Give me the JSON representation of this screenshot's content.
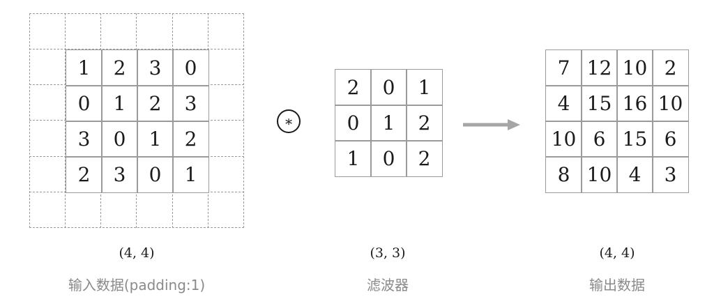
{
  "input": {
    "shape": "(4, 4)",
    "caption": "输入数据(padding:1)",
    "values": [
      [
        "1",
        "2",
        "3",
        "0"
      ],
      [
        "0",
        "1",
        "2",
        "3"
      ],
      [
        "3",
        "0",
        "1",
        "2"
      ],
      [
        "2",
        "3",
        "0",
        "1"
      ]
    ]
  },
  "operator": {
    "symbol": "∗"
  },
  "filter": {
    "shape": "(3, 3)",
    "caption": "滤波器",
    "values": [
      [
        "2",
        "0",
        "1"
      ],
      [
        "0",
        "1",
        "2"
      ],
      [
        "1",
        "0",
        "2"
      ]
    ]
  },
  "output": {
    "shape": "(4, 4)",
    "caption": "输出数据",
    "values": [
      [
        "7",
        "12",
        "10",
        "2"
      ],
      [
        "4",
        "15",
        "16",
        "10"
      ],
      [
        "10",
        "6",
        "15",
        "6"
      ],
      [
        "8",
        "10",
        "4",
        "3"
      ]
    ]
  },
  "colors": {
    "grid_line": "#9a9a9a",
    "arrow": "#a6a6a6",
    "caption": "#8a8a8a"
  }
}
